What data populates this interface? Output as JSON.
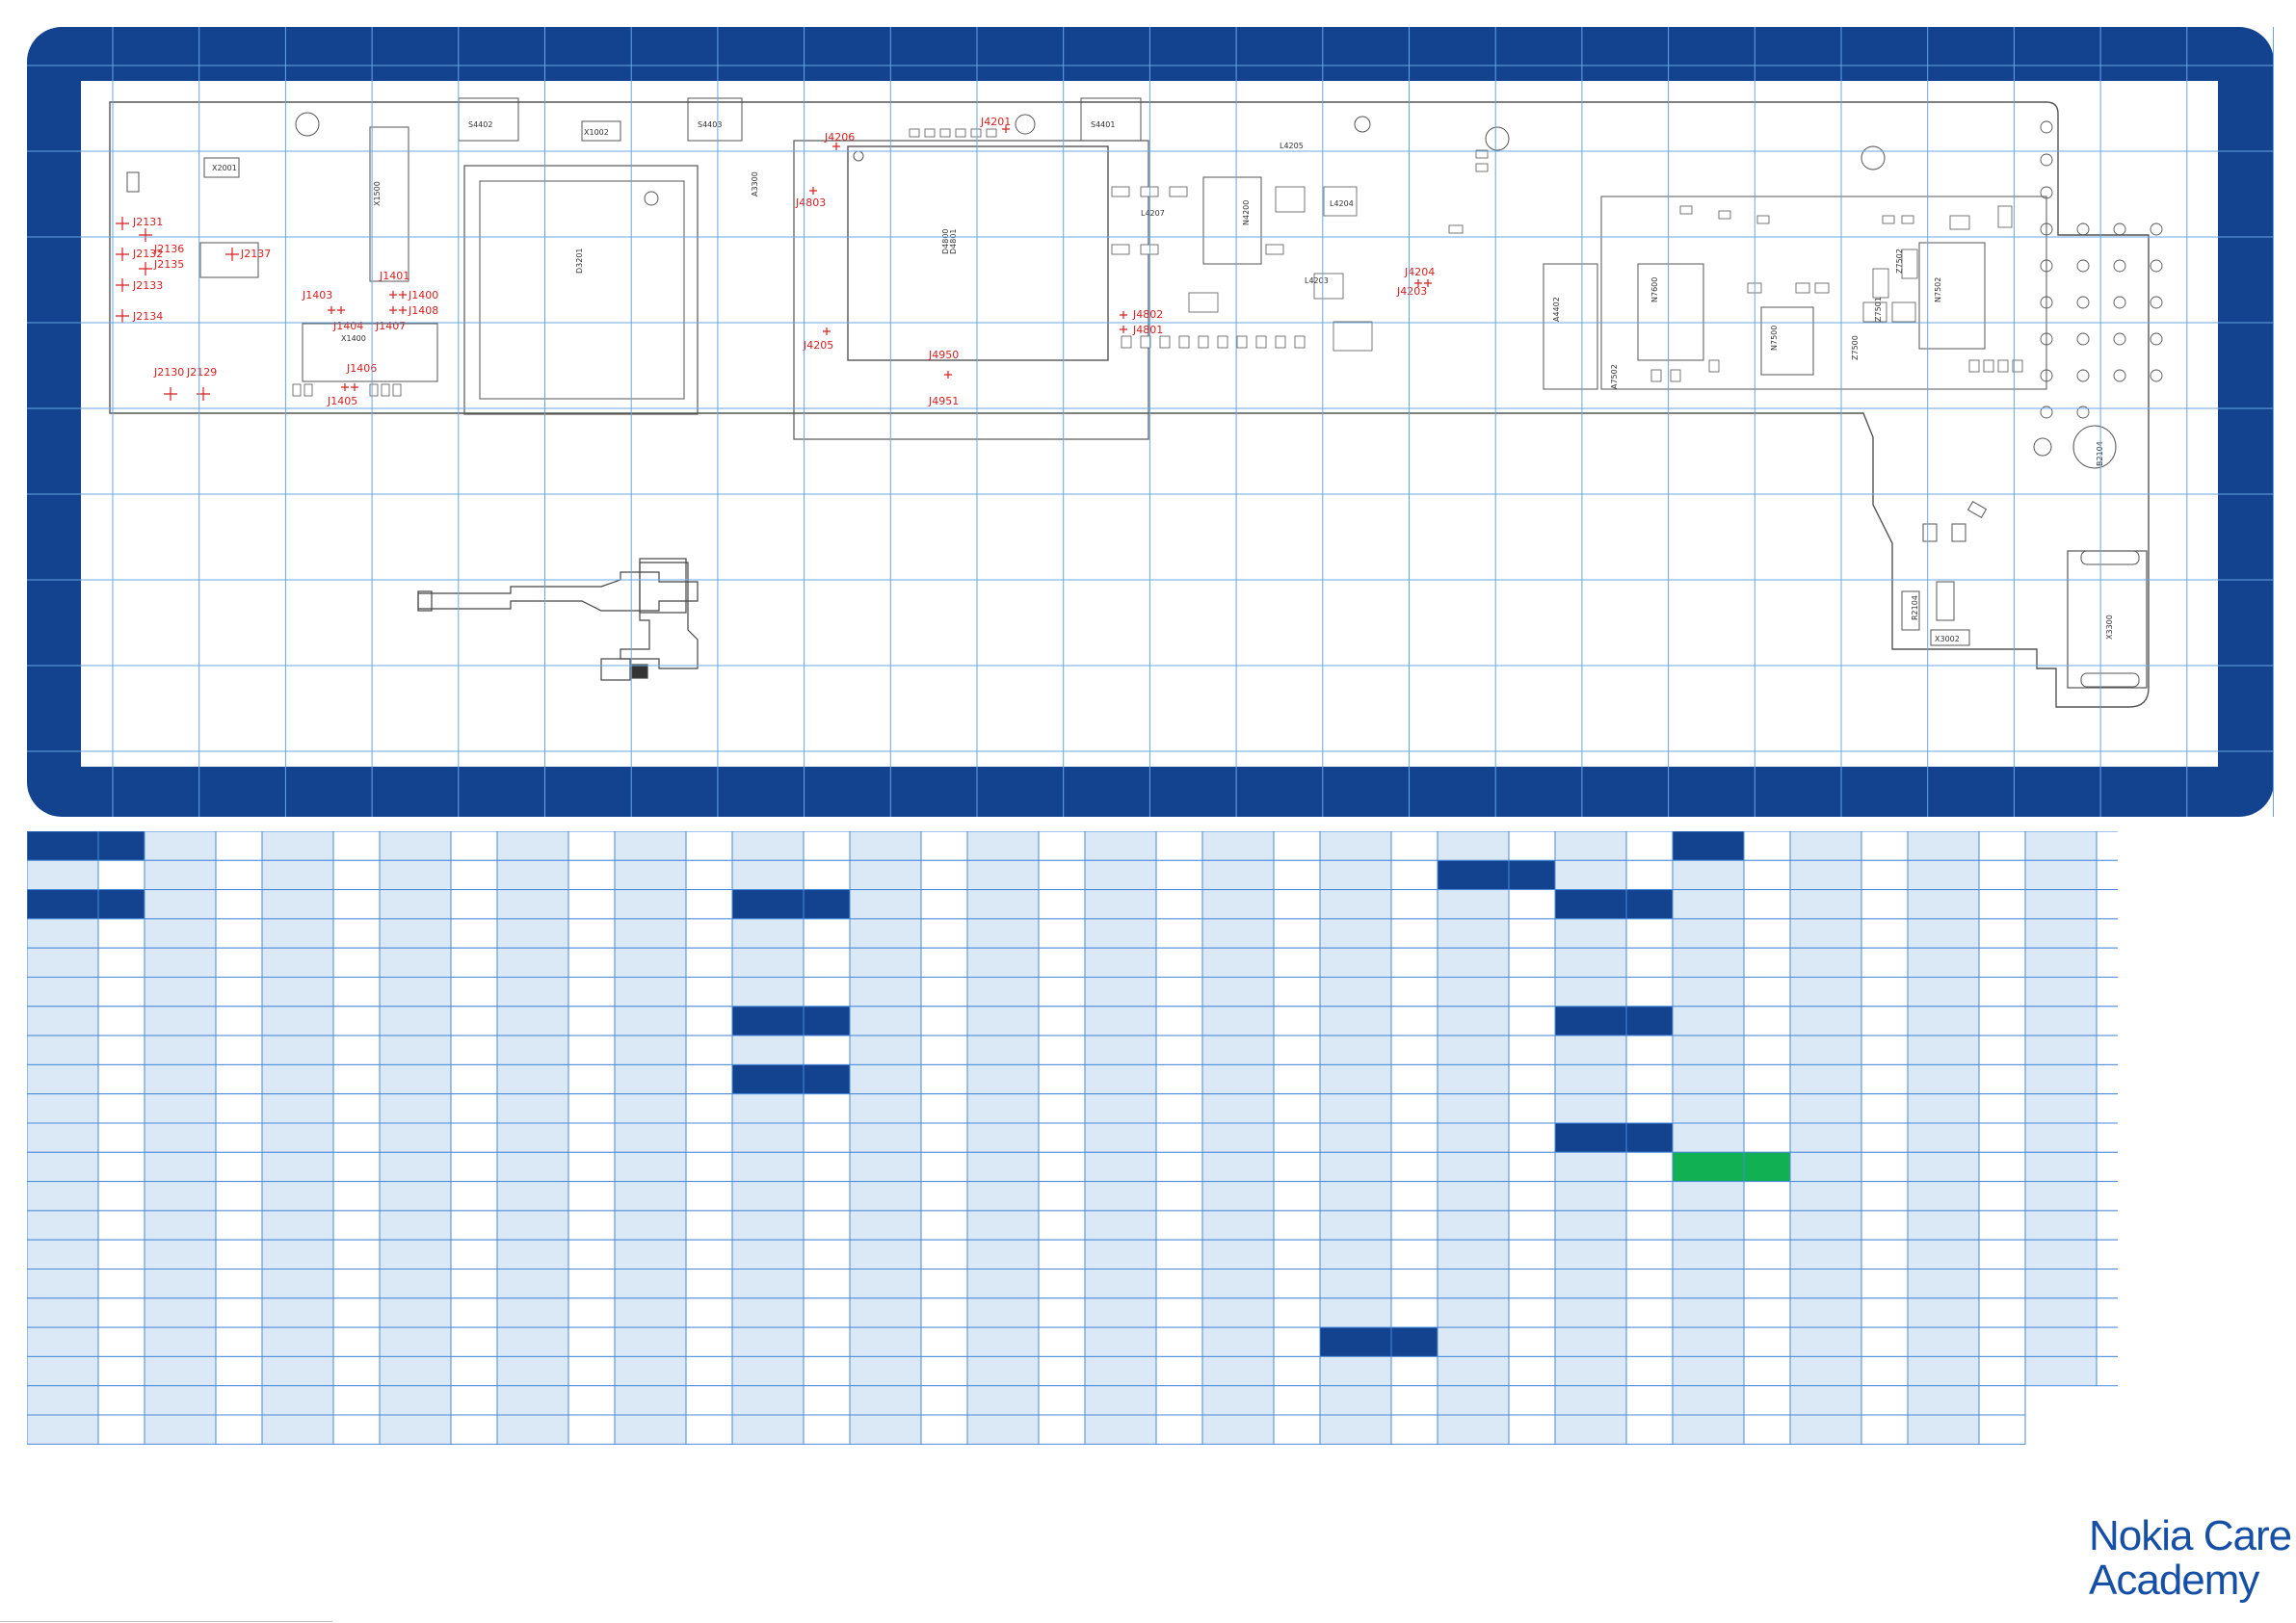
{
  "brand": {
    "line1": "Nokia Care",
    "line2": "Academy"
  },
  "colors": {
    "frame": "#13428f",
    "grid": "#67a7e3",
    "cell_light": "#dbe9f7",
    "cell_dark": "#13428f",
    "cell_green": "#11b052",
    "marker": "#d81e1e"
  },
  "test_points": [
    "J2131",
    "J2136",
    "J2132",
    "J2135",
    "J2137",
    "J2133",
    "J2134",
    "J2130",
    "J2129",
    "J1401",
    "J1400",
    "J1403",
    "J1408",
    "J1404",
    "J1407",
    "J1406",
    "J1405",
    "J4206",
    "J4201",
    "J4803",
    "J4205",
    "J4950",
    "J4951",
    "J4204",
    "J4203",
    "J4802",
    "J4801"
  ],
  "components": [
    "S4402",
    "X1002",
    "S4403",
    "S4401",
    "X2001",
    "X1500",
    "D3201",
    "A3300",
    "D4800",
    "D4801",
    "N4200",
    "L4207",
    "L4205",
    "L4204",
    "L4203",
    "X1400",
    "A4402",
    "N7600",
    "N7500",
    "N7502",
    "Z7502",
    "Z7501",
    "Z7500",
    "A7502",
    "B2104",
    "X3300",
    "X3002",
    "R2104"
  ],
  "table": {
    "dark_cells": [
      [
        0,
        0
      ],
      [
        0,
        1
      ],
      [
        0,
        28
      ],
      [
        0,
        28
      ],
      [
        1,
        24
      ],
      [
        1,
        25
      ],
      [
        2,
        0
      ],
      [
        2,
        1
      ],
      [
        2,
        12
      ],
      [
        2,
        13
      ],
      [
        2,
        26
      ],
      [
        2,
        27
      ],
      [
        6,
        12
      ],
      [
        6,
        13
      ],
      [
        6,
        26
      ],
      [
        6,
        27
      ],
      [
        8,
        12
      ],
      [
        8,
        13
      ],
      [
        10,
        26
      ],
      [
        10,
        27
      ],
      [
        17,
        22
      ],
      [
        17,
        23
      ]
    ],
    "green_cells": [
      [
        11,
        28
      ],
      [
        11,
        29
      ]
    ]
  }
}
